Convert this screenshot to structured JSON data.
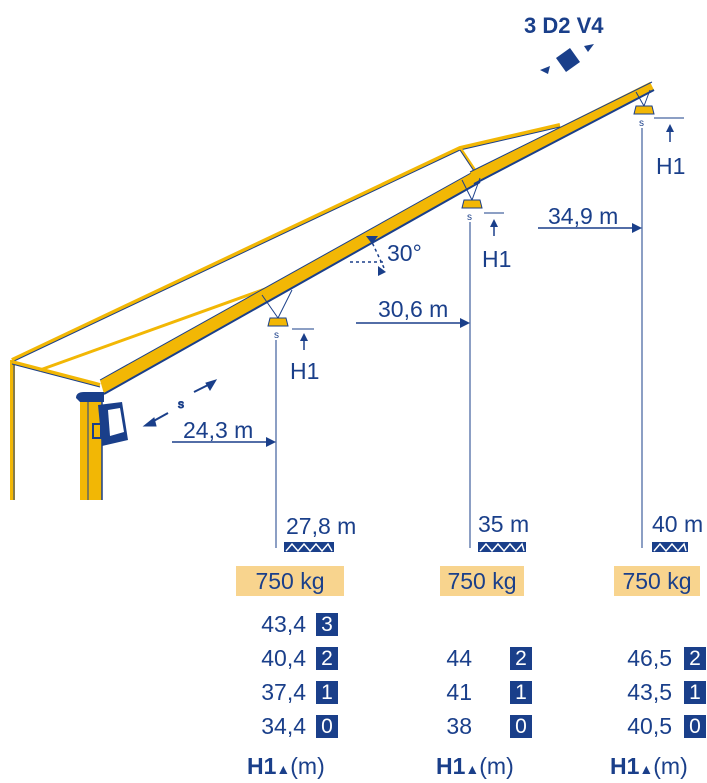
{
  "title": "3 D2 V4",
  "angle_label": "30°",
  "h1_label": "H1",
  "configs": [
    {
      "radius": "24,3 m",
      "jib_length": "27,8 m",
      "load": "750 kg",
      "heights": [
        {
          "value": "43,4",
          "step": "3"
        },
        {
          "value": "40,4",
          "step": "2"
        },
        {
          "value": "37,4",
          "step": "1"
        },
        {
          "value": "34,4",
          "step": "0"
        }
      ]
    },
    {
      "radius": "30,6 m",
      "jib_length": "35 m",
      "load": "750 kg",
      "heights": [
        {
          "value": "44",
          "step": "2"
        },
        {
          "value": "41",
          "step": "1"
        },
        {
          "value": "38",
          "step": "0"
        }
      ]
    },
    {
      "radius": "34,9 m",
      "jib_length": "40 m",
      "load": "750 kg",
      "heights": [
        {
          "value": "46,5",
          "step": "2"
        },
        {
          "value": "43,5",
          "step": "1"
        },
        {
          "value": "40,5",
          "step": "0"
        }
      ]
    }
  ],
  "footer": {
    "label": "H1",
    "unit": "(m)"
  },
  "colors": {
    "crane_yellow": "#f2b705",
    "blue": "#1a3f8a",
    "load_box": "#f8d48e"
  }
}
